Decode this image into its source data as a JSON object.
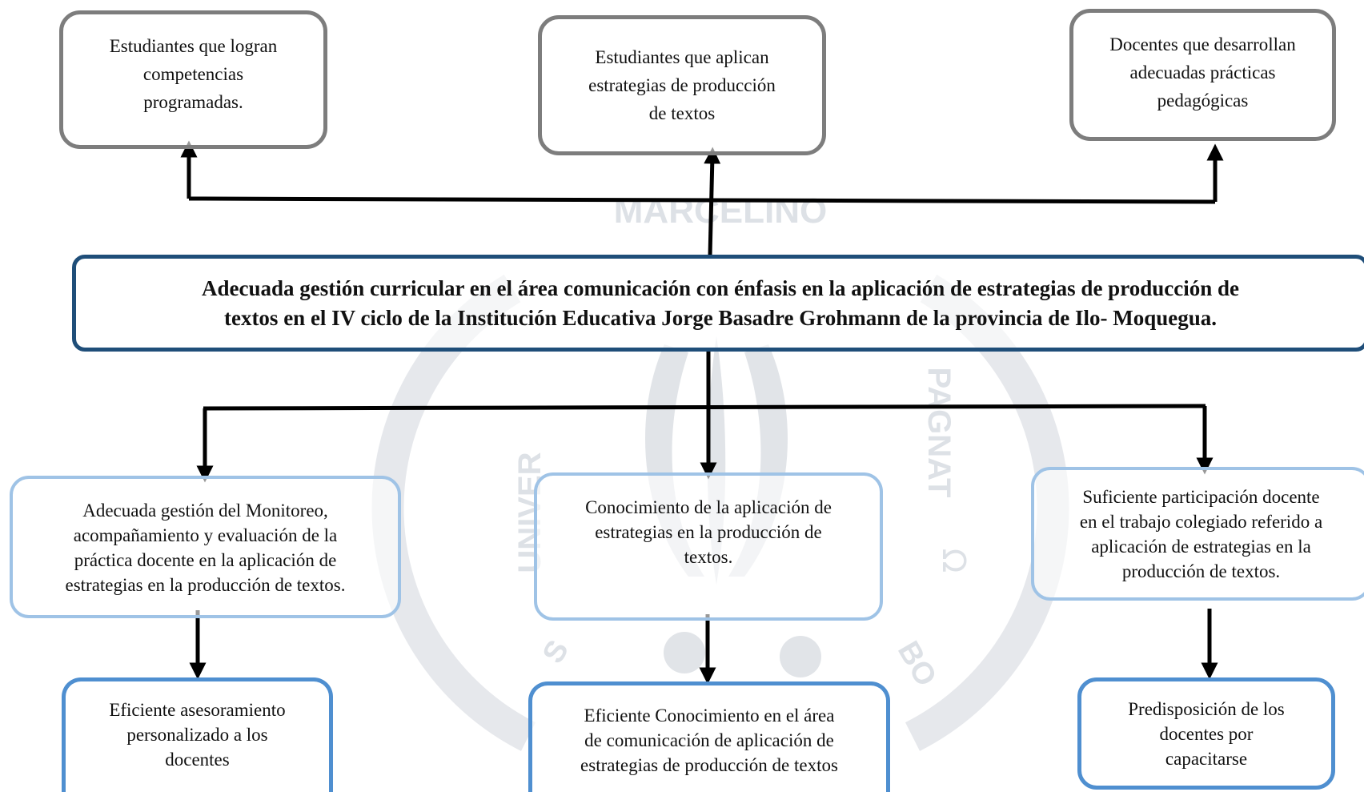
{
  "watermark": {
    "top_word": "MARCELINO",
    "left_word": "UNIVER",
    "right_word": "PAGNAT",
    "omega": "Ω",
    "bottom_left": "S",
    "bottom_right": "BO",
    "color": "#d9dde3"
  },
  "results": [
    {
      "lines": [
        "Estudiantes que logran",
        "competencias",
        "programadas."
      ]
    },
    {
      "lines": [
        "Estudiantes que aplican",
        "estrategias de producción",
        "de textos"
      ]
    },
    {
      "lines": [
        "Docentes que desarrollan",
        "adecuadas prácticas",
        "pedagógicas"
      ]
    }
  ],
  "problem": {
    "lines": [
      "Adecuada gestión curricular en el  área comunicación con énfasis en la aplicación de estrategias de producción de",
      "textos en el  IV ciclo de la Institución Educativa Jorge Basadre Grohmann de la provincia de Ilo- Moquegua."
    ]
  },
  "causes": [
    {
      "lines": [
        "Adecuada gestión del Monitoreo,",
        "acompañamiento y evaluación de la",
        "práctica docente en la aplicación de",
        "estrategias en la producción de textos."
      ]
    },
    {
      "lines": [
        "Conocimiento de la aplicación de",
        "estrategias en la producción de",
        "textos."
      ]
    },
    {
      "lines": [
        "Suficiente participación docente",
        "en el trabajo colegiado referido a",
        "aplicación de estrategias en la",
        "producción de textos."
      ]
    }
  ],
  "subcauses": [
    {
      "lines": [
        "Eficiente asesoramiento",
        "personalizado a los",
        "docentes"
      ]
    },
    {
      "lines": [
        "Eficiente Conocimiento en el área",
        "de comunicación de aplicación de",
        "estrategias de producción de textos"
      ]
    },
    {
      "lines": [
        "Predisposición de los",
        "docentes  por",
        "capacitarse"
      ]
    }
  ],
  "colors": {
    "result_border": "#7d7d7d",
    "problem_border": "#1f4e79",
    "cause_border": "#9fc3e6",
    "subcause_border": "#4f8fd0",
    "connector": "#000000"
  }
}
